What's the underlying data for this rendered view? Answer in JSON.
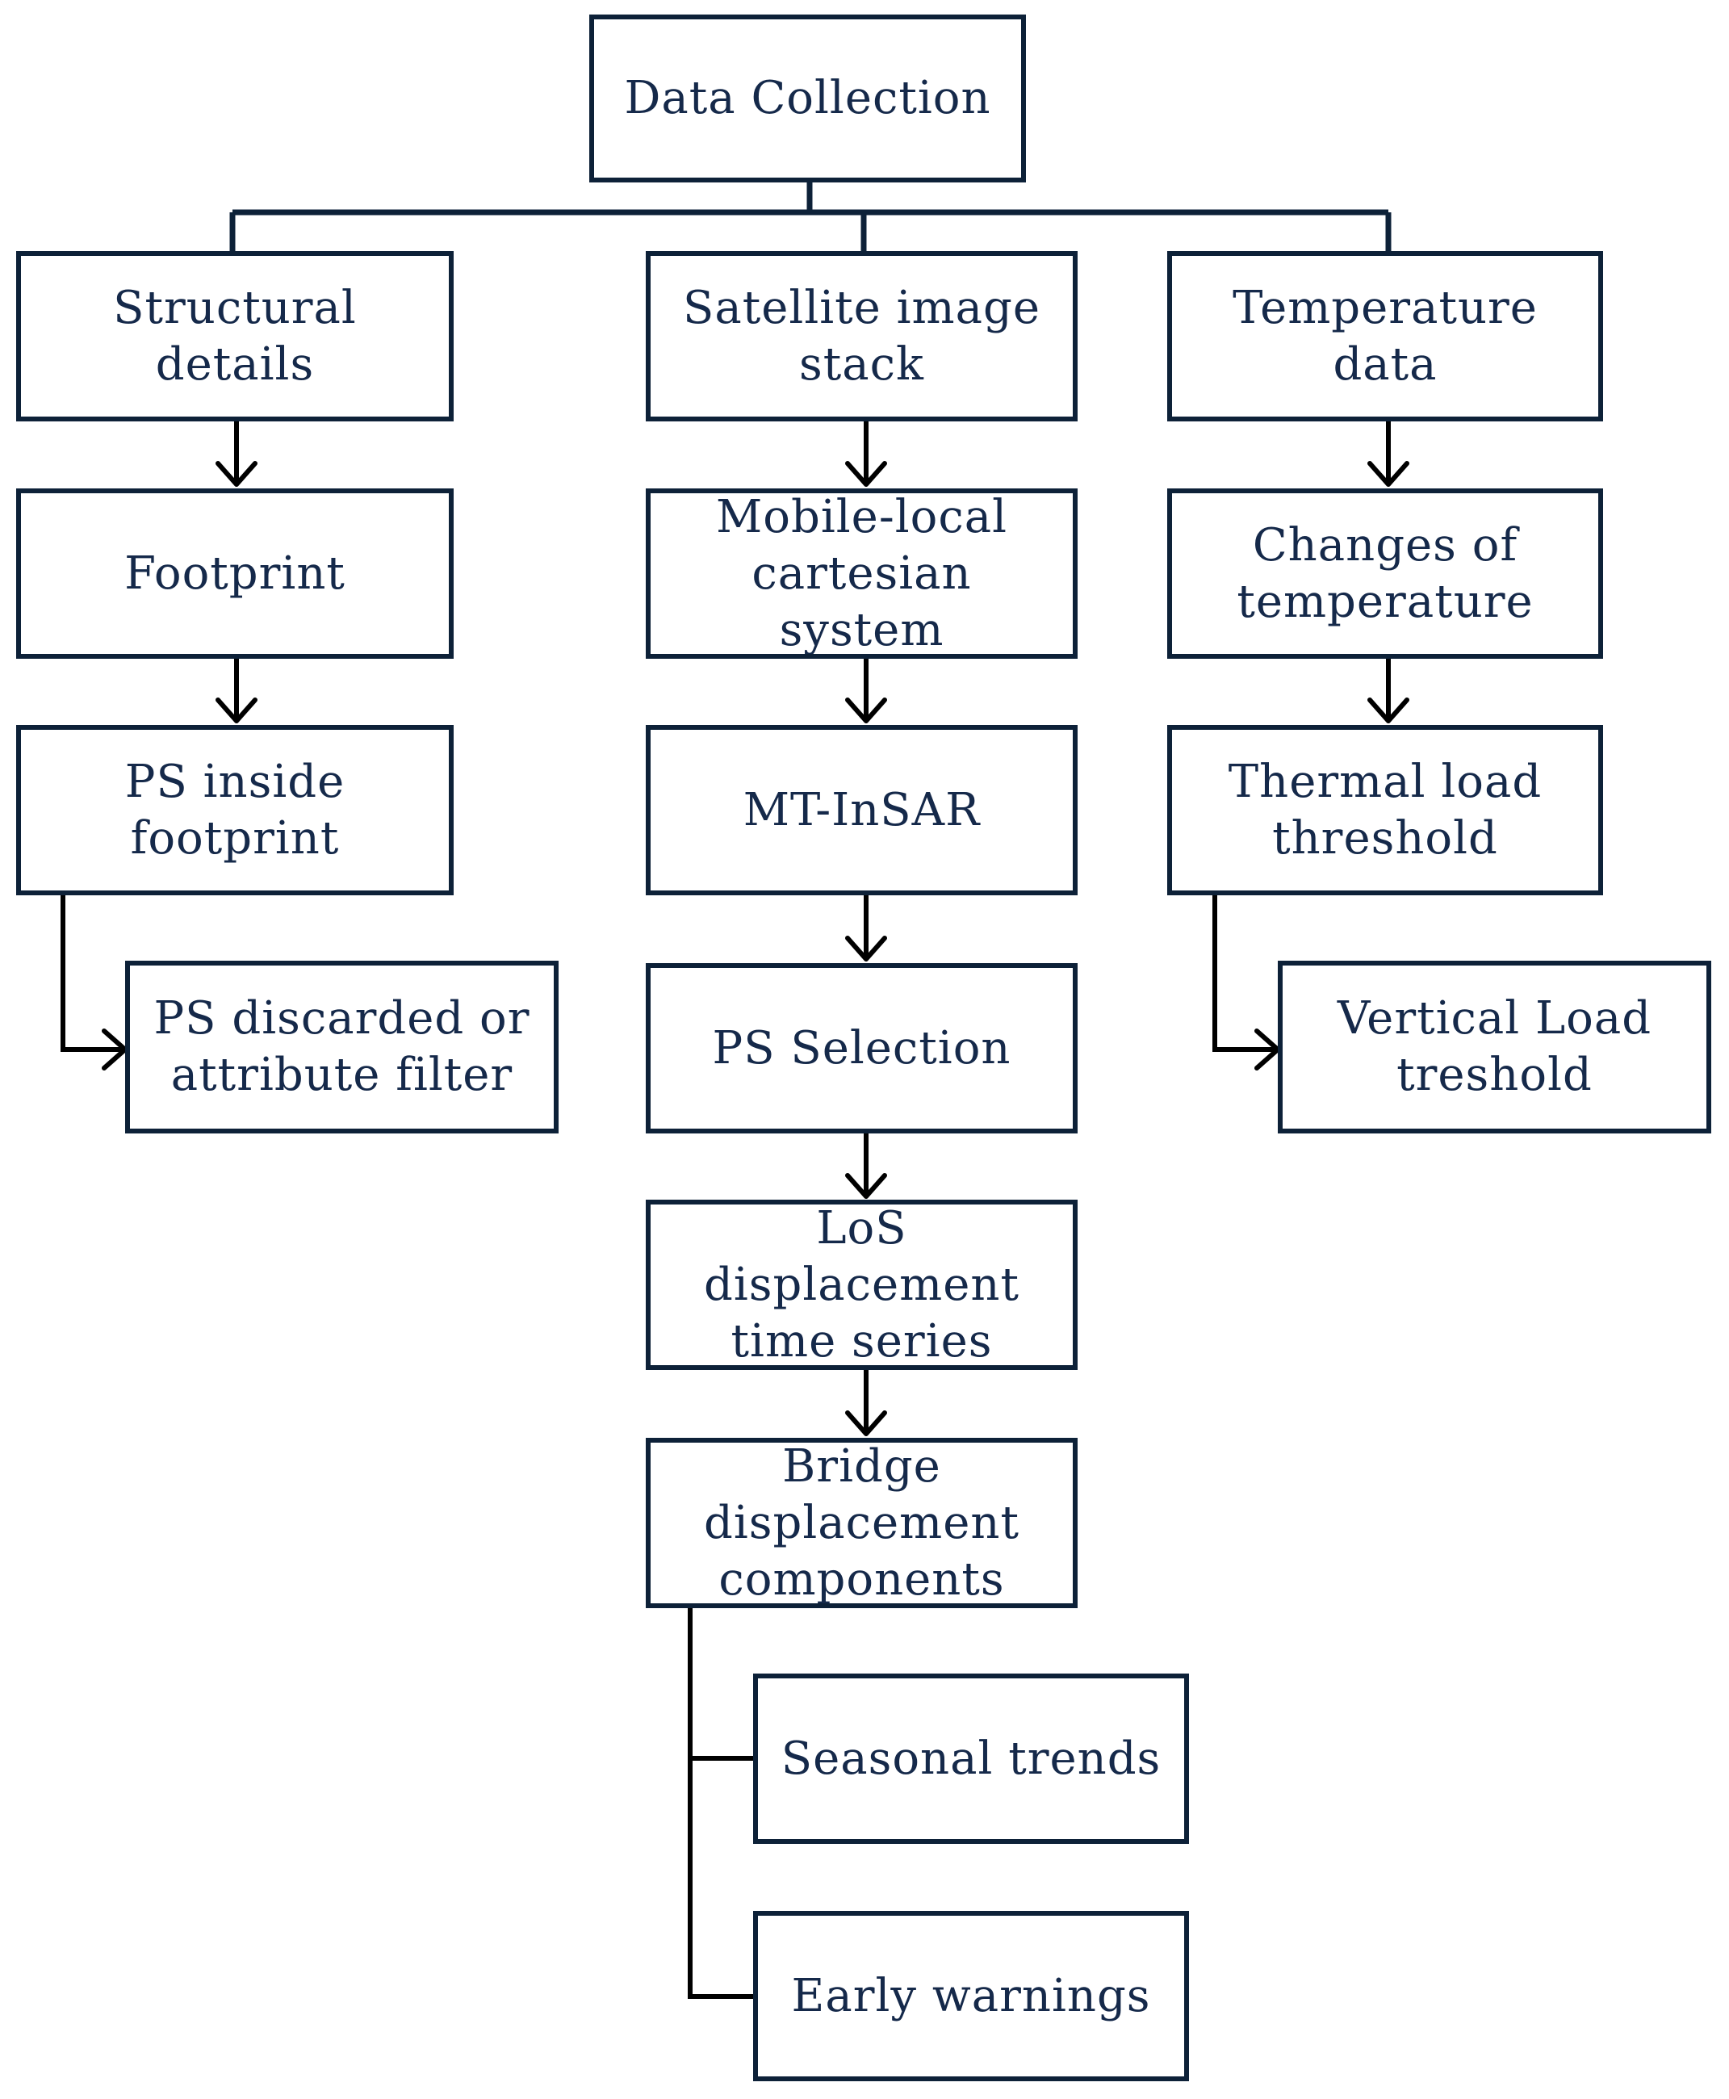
{
  "nodes": {
    "data_collection": "Data Collection",
    "structural_details": "Structural\ndetails",
    "satellite_image_stack": "Satellite image\nstack",
    "temperature_data": "Temperature\ndata",
    "footprint": "Footprint",
    "mobile_local_cartesian": "Mobile-local\ncartesian\nsystem",
    "changes_of_temperature": "Changes of\ntemperature",
    "ps_inside_footprint": "PS inside\nfootprint",
    "mt_insar": "MT-InSAR",
    "thermal_load_threshold": "Thermal load\nthreshold",
    "ps_discarded": "PS discarded or\nattribute filter",
    "ps_selection": "PS Selection",
    "vertical_load_treshold": "Vertical Load\ntreshold",
    "los_displacement": "LoS\ndisplacement\ntime series",
    "bridge_displacement": "Bridge\ndisplacement\ncomponents",
    "seasonal_trends": "Seasonal trends",
    "early_warnings": "Early warnings"
  },
  "colors": {
    "box_border": "#0d2138",
    "text": "#15294a",
    "arrow": "#000000"
  }
}
